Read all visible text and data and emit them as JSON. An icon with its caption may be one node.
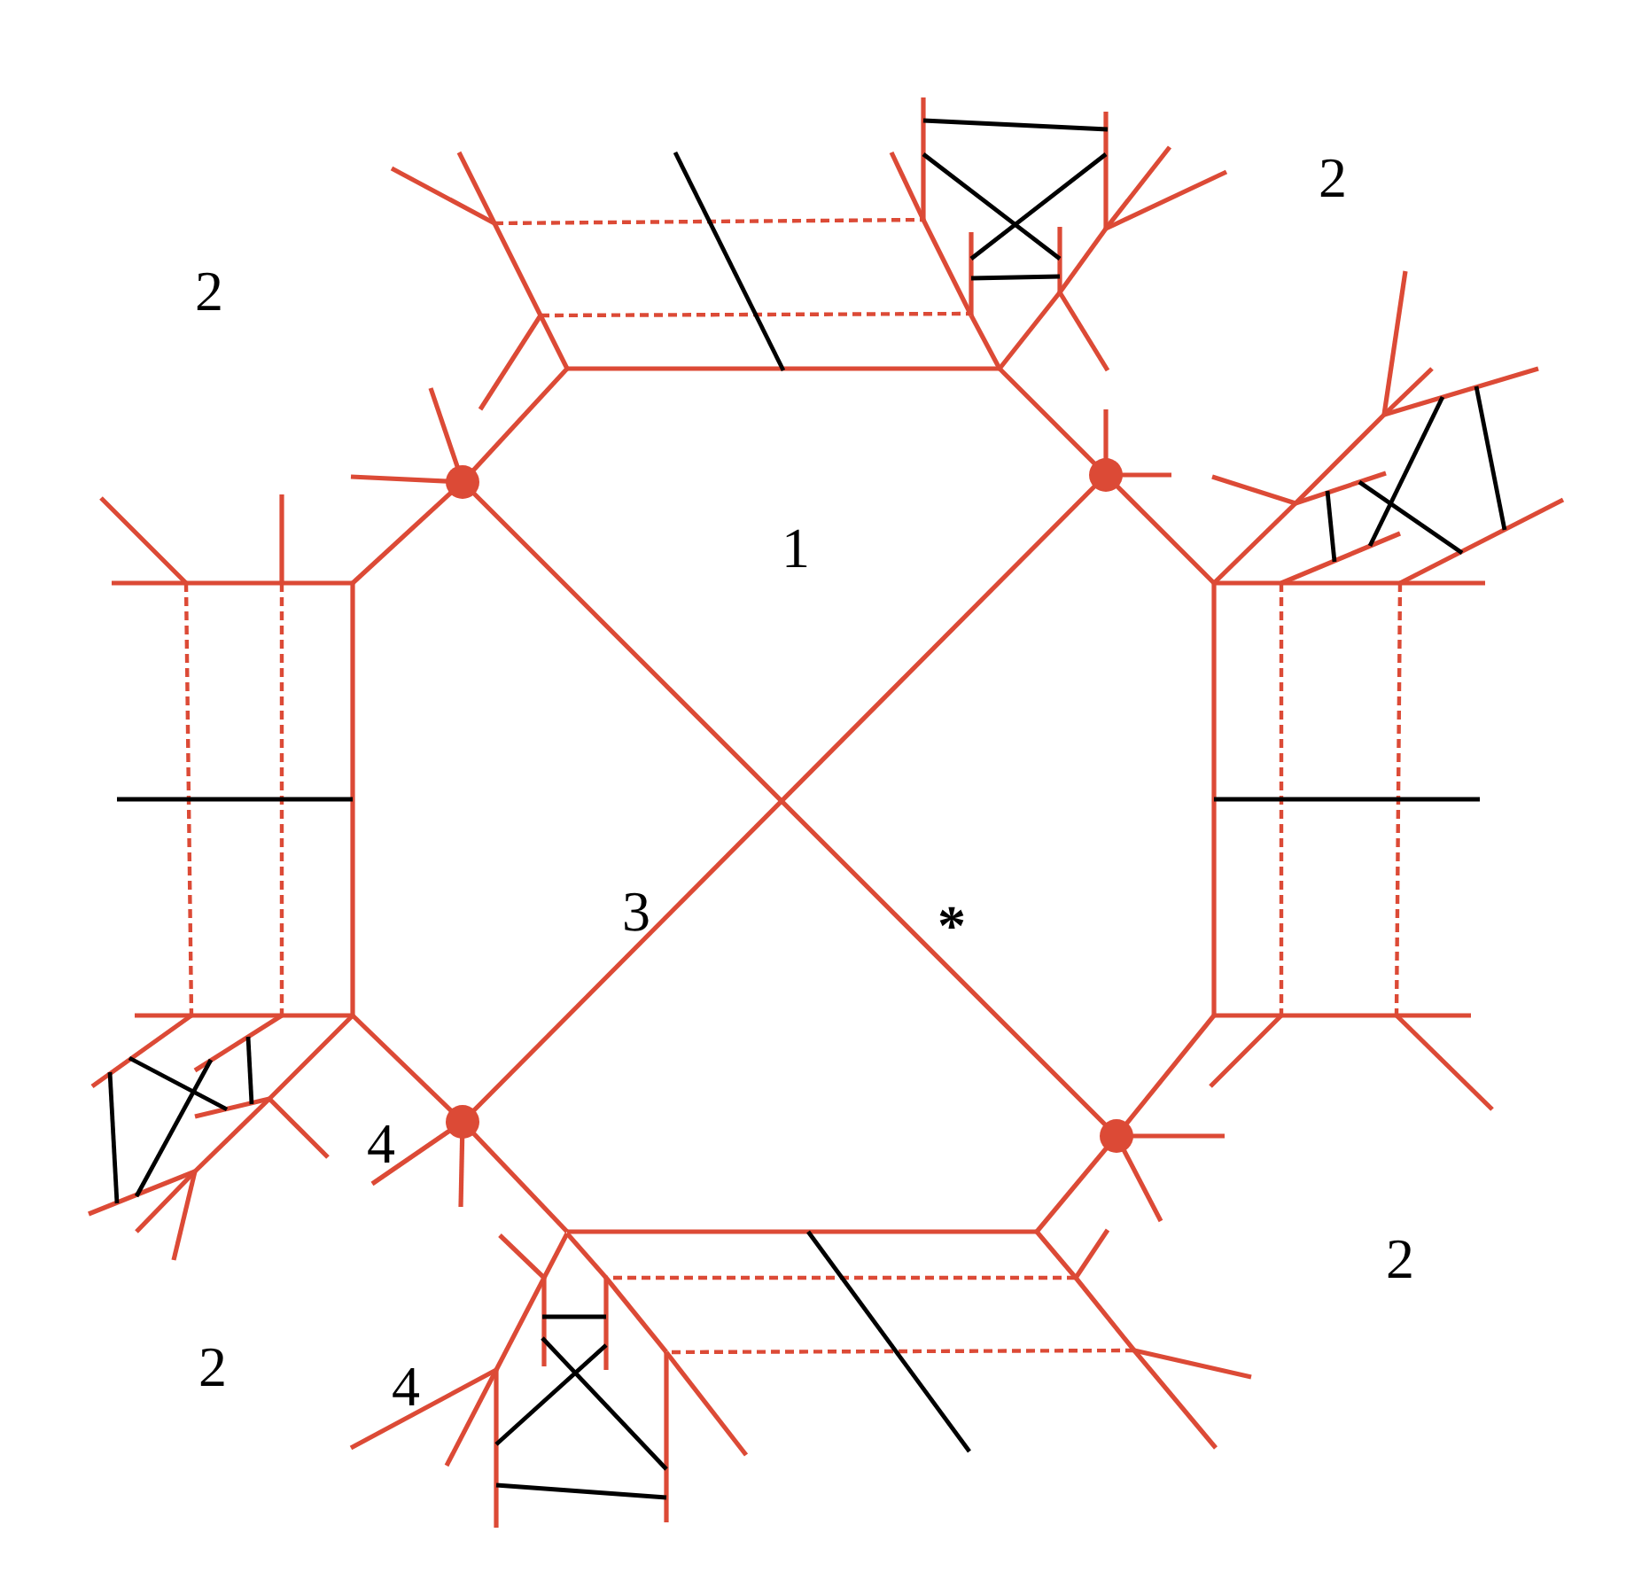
{
  "diagram": {
    "labels": [
      "2",
      "2",
      "1",
      "3",
      "*",
      "4",
      "2",
      "2",
      "4"
    ]
  }
}
